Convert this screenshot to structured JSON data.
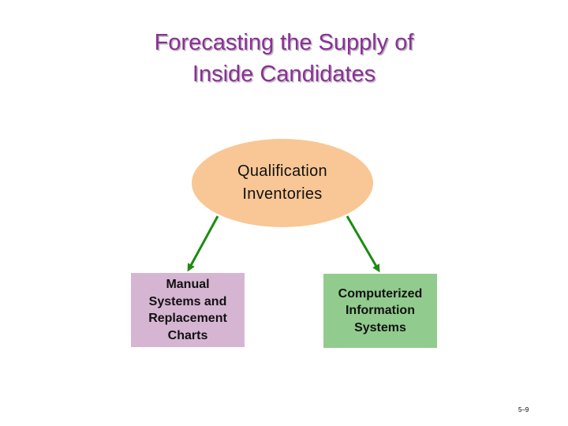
{
  "slide": {
    "title_lines": [
      "Forecasting the Supply of",
      "Inside Candidates"
    ],
    "page_number": "5–9"
  },
  "diagram": {
    "root": {
      "lines": [
        "Qualification",
        "Inventories"
      ],
      "color": "#f8c795"
    },
    "children": [
      {
        "lines": [
          "Manual",
          "Systems and",
          "Replacement",
          "Charts"
        ],
        "color": "#d6b5d3"
      },
      {
        "lines": [
          "Computerized",
          "Information",
          "Systems"
        ],
        "color": "#92cb8e"
      }
    ],
    "arrow_color": "#1e8a12",
    "title_color": "#8b2f97"
  }
}
